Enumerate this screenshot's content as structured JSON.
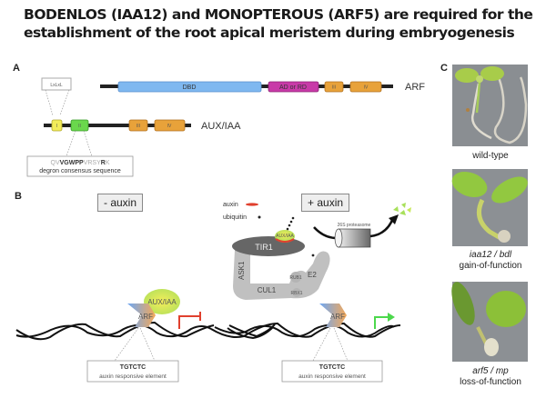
{
  "title": {
    "part1": "BODENLOS (IAA12) and MONOPTEROUS (ARF5) are required for the",
    "part2": "establishment of the root apical meristem during embryogenesis"
  },
  "panelA": {
    "label": "A",
    "arf": {
      "name": "ARF",
      "domains": [
        "DBD",
        "AD or RD",
        "III",
        "IV"
      ]
    },
    "auxiaa": {
      "name": "AUX/IAA",
      "domains": [
        "I",
        "II",
        "III",
        "IV"
      ],
      "domainI_motif": "LxLxL",
      "degron_sequence": "QVVGWPPVRSYRK",
      "degron_label": "degron consensus sequence"
    }
  },
  "panelB": {
    "label": "B",
    "minus_auxin": "- auxin",
    "plus_auxin": "+ auxin",
    "legend": {
      "auxin": "auxin",
      "ubiquitin": "ubiquitin"
    },
    "complex": {
      "tir1": "TIR1",
      "ask1": "ASK1",
      "cul1": "CUL1",
      "rub1": "RUB1",
      "e2": "E2",
      "rbx1": "RBX1",
      "auxiaa_tag": "AUX/IAA"
    },
    "proteasome": "26S proteasome",
    "left": {
      "arf": "ARF",
      "auxiaa": "AUX/IAA",
      "element_seq": "TGTCTC",
      "element_label": "auxin responsive element"
    },
    "right": {
      "arf": "ARF",
      "element_seq": "TGTCTC",
      "element_label": "auxin responsive element"
    }
  },
  "panelC": {
    "label": "C",
    "photos": [
      {
        "caption_line1": "wild-type",
        "caption_line2": ""
      },
      {
        "caption_line1": "iaa12 / bdl",
        "caption_line2": "gain-of-function"
      },
      {
        "caption_line1": "arf5 / mp",
        "caption_line2": "loss-of-function"
      }
    ]
  },
  "colors": {
    "dbd": "#7fb8f0",
    "ad_rd": "#c83aa8",
    "domain_orange": "#e8a23a",
    "domain_yellow": "#f2ec5a",
    "domain_green": "#6ad84c",
    "repress": "#e0402e",
    "activate": "#4cd84c"
  }
}
